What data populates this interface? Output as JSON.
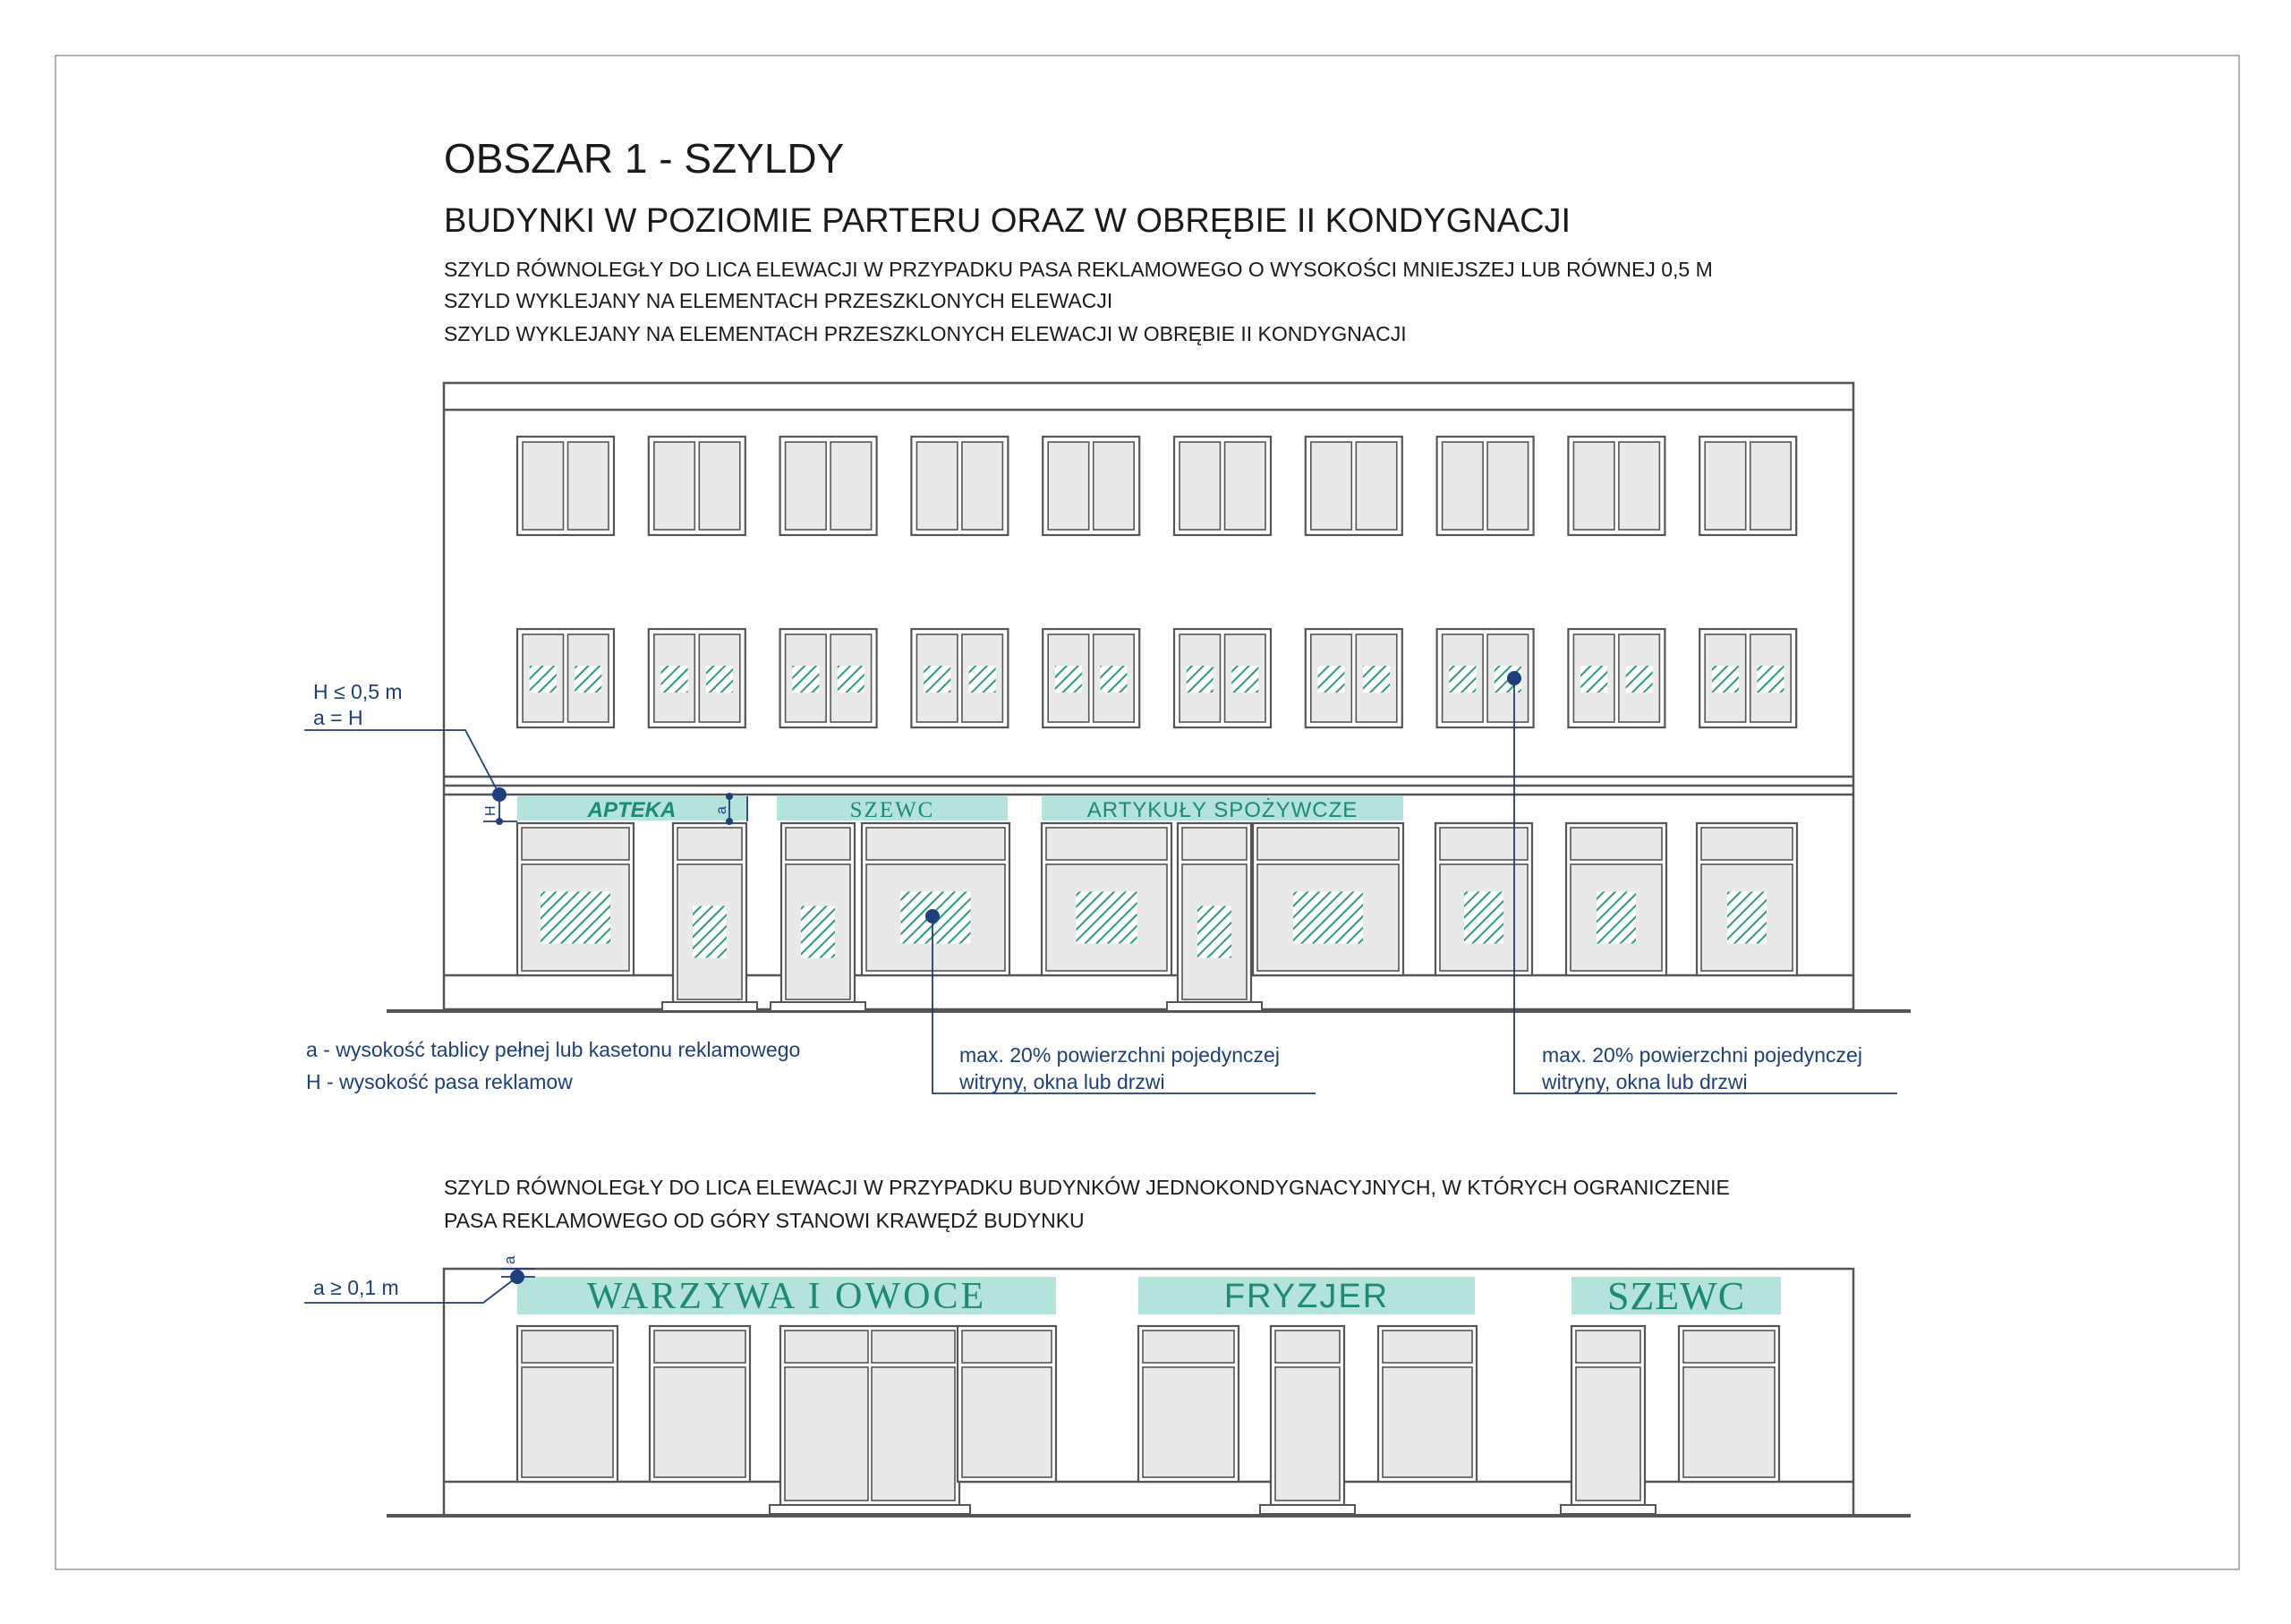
{
  "heading": {
    "title": "OBSZAR 1 - SZYLDY",
    "subtitle": "BUDYNKI W POZIOMIE PARTERU ORAZ W OBRĘBIE II KONDYGNACJI",
    "lines": [
      "SZYLD RÓWNOLEGŁY DO LICA ELEWACJI W PRZYPADKU PASA REKLAMOWEGO O WYSOKOŚCI MNIEJSZEJ LUB RÓWNEJ 0,5 M",
      "SZYLD WYKLEJANY NA ELEMENTACH PRZESZKLONYCH ELEWACJI",
      "SZYLD WYKLEJANY NA ELEMENTACH PRZESZKLONYCH ELEWACJI W OBRĘBIE II KONDYGNACJI"
    ]
  },
  "building1": {
    "signs": [
      "APTEKA",
      "SZEWC",
      "ARTYKUŁY SPOŻYWCZE"
    ],
    "dim_h": "H",
    "dim_a": "a",
    "note_h_1": "H ≤ 0,5 m",
    "note_h_2": "a = H",
    "legend_a": "a - wysokość tablicy pełnej lub kasetonu reklamowego",
    "legend_h": "H - wysokość pasa reklamow",
    "note_window_1": "max. 20% powierzchni pojedynczej",
    "note_window_2": "witryny, okna lub drzwi"
  },
  "section2": {
    "lines": [
      "SZYLD RÓWNOLEGŁY DO LICA ELEWACJI W PRZYPADKU BUDYNKÓW JEDNOKONDYGNACYJNYCH, W KTÓRYCH OGRANICZENIE",
      "PASA REKLAMOWEGO OD GÓRY STANOWI KRAWĘDŹ BUDYNKU"
    ]
  },
  "building2": {
    "signs": [
      "WARZYWA I OWOCE",
      "FRYZJER",
      "SZEWC"
    ],
    "dim_a": "a",
    "note_a": "a ≥ 0,1 m"
  },
  "colors": {
    "sign_fill": "#b3e3db",
    "sign_text": "#1d8a72",
    "hatch": "#2a9a80",
    "annotation": "#1d3f7a",
    "glass": "#e9e9e9",
    "line": "#4a4a4a"
  }
}
